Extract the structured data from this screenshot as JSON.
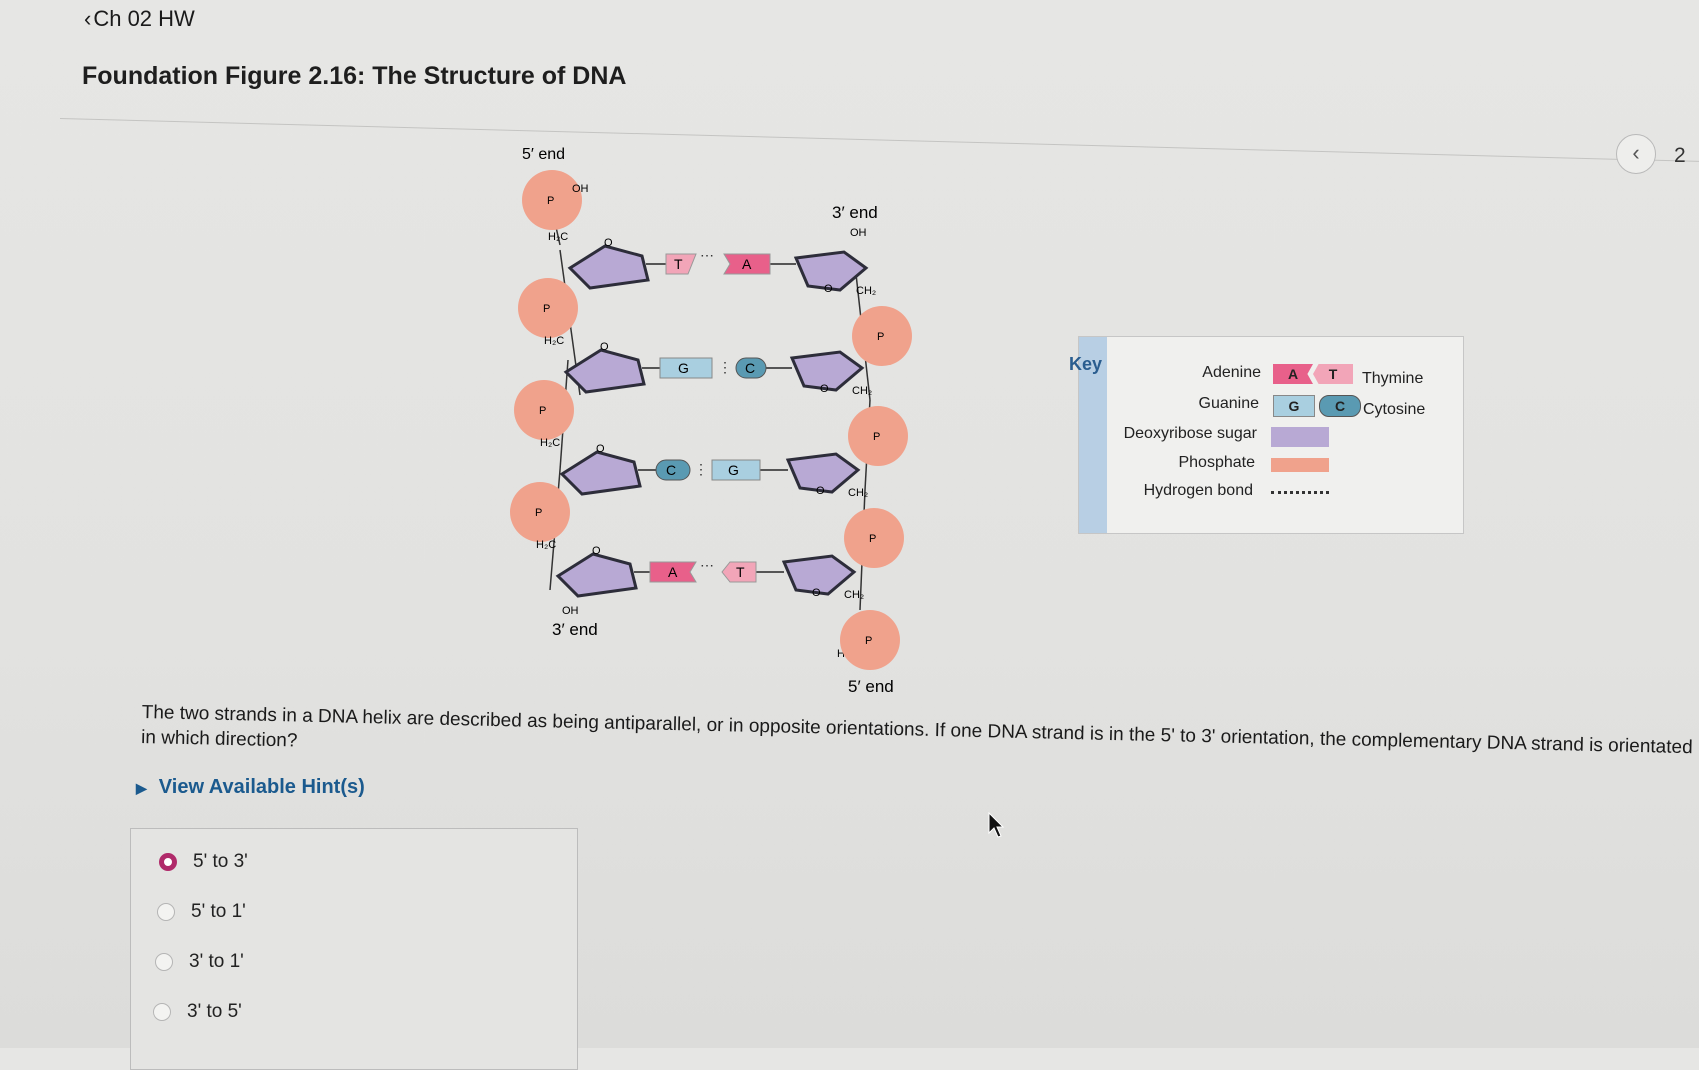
{
  "header": {
    "back_label": "Ch 02 HW",
    "title": "Foundation Figure 2.16: The Structure of DNA",
    "page_counter": "2"
  },
  "figure": {
    "top_left_end": "5′ end",
    "bottom_left_end": "3′ end",
    "top_right_end": "3′ end",
    "bottom_right_end": "5′ end",
    "oh": "OH",
    "ho": "HO",
    "ch2": "CH₂",
    "h2c": "H₂C",
    "p": "P",
    "o": "O",
    "pairs": [
      {
        "left": "T",
        "right": "A"
      },
      {
        "left": "G",
        "right": "C"
      },
      {
        "left": "C",
        "right": "G"
      },
      {
        "left": "A",
        "right": "T"
      }
    ]
  },
  "key": {
    "title": "Key",
    "adenine": "Adenine",
    "thymine": "Thymine",
    "guanine": "Guanine",
    "cytosine": "Cytosine",
    "sugar": "Deoxyribose sugar",
    "phosphate": "Phosphate",
    "hbond": "Hydrogen bond",
    "a": "A",
    "t": "T",
    "g": "G",
    "c": "C"
  },
  "question": {
    "text": "The two strands in a DNA helix are described as being antiparallel, or in opposite orientations. If one DNA strand is in the 5' to 3' orientation, the complementary DNA strand is orientated in which direction?",
    "hint_label": "View Available Hint(s)"
  },
  "answers": [
    {
      "label": "5' to 3'",
      "selected": true
    },
    {
      "label": "5' to 1'",
      "selected": false
    },
    {
      "label": "3' to 1'",
      "selected": false
    },
    {
      "label": "3' to 5'",
      "selected": false
    }
  ],
  "colors": {
    "adenine": "#e8608a",
    "thymine": "#f2a5b8",
    "guanine": "#a9cfe0",
    "cytosine": "#5a9ab2",
    "sugar": "#b8a9d4",
    "phosphate": "#f0a28c",
    "accent": "#1b5a8e",
    "radio_selected": "#b02a6a"
  }
}
